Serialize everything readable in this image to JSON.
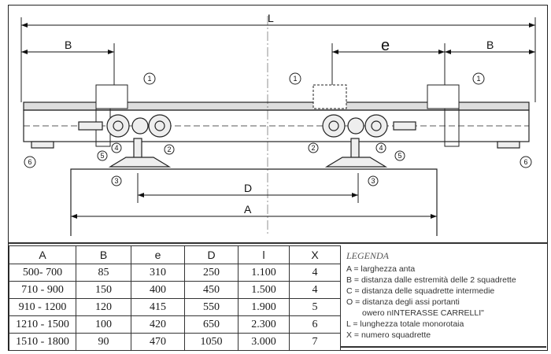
{
  "drawing": {
    "dimensions": {
      "L": "L",
      "B_left": "B",
      "e": "e",
      "B_right": "B",
      "D": "D",
      "A": "A"
    },
    "balloons": [
      "1",
      "1",
      "1",
      "6",
      "6",
      "5",
      "4",
      "2",
      "3",
      "2",
      "4",
      "5",
      "3"
    ]
  },
  "table": {
    "headers": [
      "A",
      "B",
      "e",
      "D",
      "l",
      "X"
    ],
    "rows": [
      [
        "500-    700",
        "85",
        "310",
        "250",
        "1.100",
        "4"
      ],
      [
        "710 -   900",
        "150",
        "400",
        "450",
        "1.500",
        "4"
      ],
      [
        "910 - 1200",
        "120",
        "415",
        "550",
        "1.900",
        "5"
      ],
      [
        "1210 - 1500",
        "100",
        "420",
        "650",
        "2.300",
        "6"
      ],
      [
        "1510 - 1800",
        "90",
        "470",
        "1050",
        "3.000",
        "7"
      ]
    ]
  },
  "legend": {
    "title": "LEGENDA",
    "items": [
      "A = larghezza anta",
      "B = distanza dalle estremità delle 2 squadrette",
      "C = distanza delle squadrette intermedie",
      "O = distanza degli assi portanti",
      "owero nINTERASSE CARRELLI\"",
      "L = lunghezza totale monorotaia",
      "X = numero squadrette"
    ]
  }
}
